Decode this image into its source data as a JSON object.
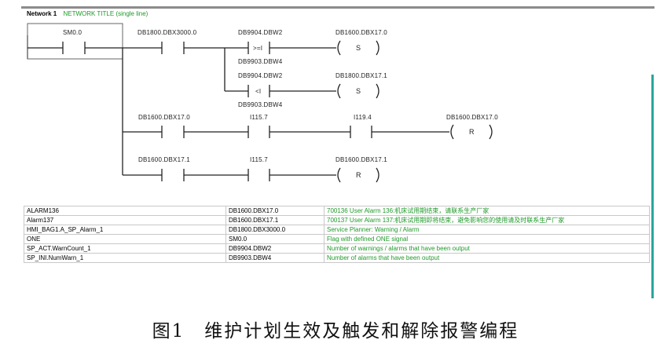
{
  "network": {
    "number_label": "Network 1",
    "title": "NETWORK TITLE (single line)"
  },
  "ladder": {
    "row1": {
      "contact1": "SM0.0",
      "contact2": "DB1800.DBX3000.0",
      "compare_top": "DB9904.DBW2",
      "compare_op": ">=I",
      "compare_bottom": "DB9903.DBW4",
      "coil_addr": "DB1600.DBX17.0",
      "coil_type": "S"
    },
    "row2": {
      "compare_top": "DB9904.DBW2",
      "compare_op": "<I",
      "compare_bottom": "DB9903.DBW4",
      "coil_addr": "DB1800.DBX17.1",
      "coil_type": "S"
    },
    "row3": {
      "contact1": "DB1600.DBX17.0",
      "contact2": "I115.7",
      "contact3": "I119.4",
      "coil_addr": "DB1600.DBX17.0",
      "coil_type": "R"
    },
    "row4": {
      "contact1": "DB1600.DBX17.1",
      "contact2": "I115.7",
      "coil_addr": "DB1600.DBX17.1",
      "coil_type": "R"
    }
  },
  "symbols": [
    [
      "ALARM136",
      "DB1600.DBX17.0",
      "700136 User Alarm 136:机床试用期结束，请联系生产厂家"
    ],
    [
      "Alarm137",
      "DB1600.DBX17.1",
      "700137 User Alarm 137:机床试用期即将结束，避免影响您的使用请及时联系生产厂家"
    ],
    [
      "HMI_BAG1.A_SP_Alarm_1",
      "DB1800.DBX3000.0",
      "Service Planner: Warning / Alarm"
    ],
    [
      "ONE",
      "SM0.0",
      "Flag with defined ONE signal"
    ],
    [
      "SP_ACT.WarnCount_1",
      "DB9904.DBW2",
      "Number of warnings / alarms that have been output"
    ],
    [
      "SP_INI.NumWarn_1",
      "DB9903.DBW4",
      "Number of alarms that have been output"
    ]
  ],
  "caption": "图1　维护计划生效及触发和解除报警编程"
}
